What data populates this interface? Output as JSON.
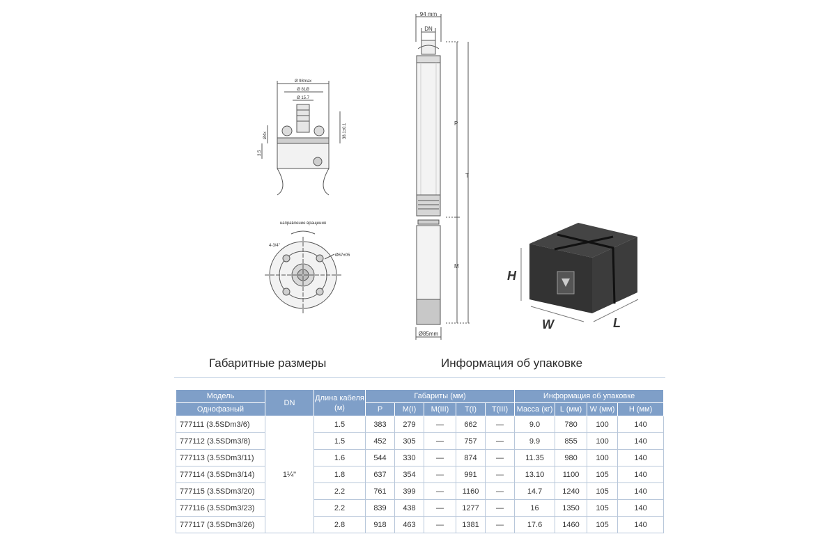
{
  "titles": {
    "dimensions": "Габаритные размеры",
    "packaging": "Информация об упаковке"
  },
  "drawing": {
    "dim_top": "94 mm",
    "dim_dn": "DN",
    "dim_p": "P",
    "dim_t": "T",
    "dim_m": "M",
    "dim_bottom": "Ø85mm",
    "detail_d1": "Ø 98max",
    "detail_d2": "Ø 81Ø",
    "detail_d3": "Ø 15.7",
    "detail_h1": "38.1±0.1",
    "detail_h2": "Ø4x",
    "detail_h3": "3.5",
    "rotation_label": "направление вращения",
    "bolts_label": "4-3/4\"",
    "flange_label": "Ø67±05",
    "box_h": "H",
    "box_w": "W",
    "box_l": "L"
  },
  "table": {
    "headers": {
      "model": "Модель",
      "phase": "Однофазный",
      "dn": "DN",
      "cable": "Длина кабеля (м)",
      "dims": "Габариты (мм)",
      "pack": "Информация об упаковке",
      "p": "P",
      "m1": "M(I)",
      "m3": "M(III)",
      "t1": "T(I)",
      "t3": "T(III)",
      "mass": "Масса (кг)",
      "l": "L (мм)",
      "w": "W (мм)",
      "h": "H (мм)"
    },
    "dn_value": "1¼\"",
    "dash": "—",
    "rows": [
      {
        "model": "777111 (3.5SDm3/6)",
        "cable": "1.5",
        "p": "383",
        "m1": "279",
        "t1": "662",
        "mass": "9.0",
        "l": "780",
        "w": "100",
        "h": "140"
      },
      {
        "model": "777112 (3.5SDm3/8)",
        "cable": "1.5",
        "p": "452",
        "m1": "305",
        "t1": "757",
        "mass": "9.9",
        "l": "855",
        "w": "100",
        "h": "140"
      },
      {
        "model": "777113 (3.5SDm3/11)",
        "cable": "1.6",
        "p": "544",
        "m1": "330",
        "t1": "874",
        "mass": "11.35",
        "l": "980",
        "w": "100",
        "h": "140"
      },
      {
        "model": "777114 (3.5SDm3/14)",
        "cable": "1.8",
        "p": "637",
        "m1": "354",
        "t1": "991",
        "mass": "13.10",
        "l": "1100",
        "w": "105",
        "h": "140"
      },
      {
        "model": "777115 (3.5SDm3/20)",
        "cable": "2.2",
        "p": "761",
        "m1": "399",
        "t1": "1160",
        "mass": "14.7",
        "l": "1240",
        "w": "105",
        "h": "140"
      },
      {
        "model": "777116 (3.5SDm3/23)",
        "cable": "2.2",
        "p": "839",
        "m1": "438",
        "t1": "1277",
        "mass": "16",
        "l": "1350",
        "w": "105",
        "h": "140"
      },
      {
        "model": "777117 (3.5SDm3/26)",
        "cable": "2.8",
        "p": "918",
        "m1": "463",
        "t1": "1381",
        "mass": "17.6",
        "l": "1460",
        "w": "105",
        "h": "140"
      }
    ]
  }
}
